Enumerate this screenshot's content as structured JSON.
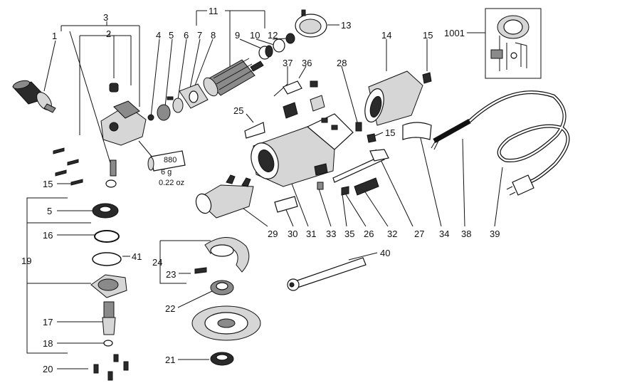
{
  "labels": {
    "p1": "1",
    "p2": "2",
    "p3": "3",
    "p4": "4",
    "p5a": "5",
    "p5b": "5",
    "p6": "6",
    "p7": "7",
    "p8": "8",
    "p9": "9",
    "p10": "10",
    "p11": "11",
    "p12": "12",
    "p13": "13",
    "p14": "14",
    "p15a": "15",
    "p15b": "15",
    "p15c": "15",
    "p16": "16",
    "p17": "17",
    "p18": "18",
    "p19": "19",
    "p20": "20",
    "p21": "21",
    "p22": "22",
    "p23": "23",
    "p24": "24",
    "p25": "25",
    "p26": "26",
    "p27": "27",
    "p28": "28",
    "p29": "29",
    "p30": "30",
    "p31": "31",
    "p32": "32",
    "p33": "33",
    "p34": "34",
    "p35": "35",
    "p36": "36",
    "p37": "37",
    "p38": "38",
    "p39": "39",
    "p40": "40",
    "p41": "41",
    "p1001": "1001"
  },
  "grease_tube": {
    "code": "880",
    "weight_g": "6 g",
    "weight_oz": "0.22 oz"
  }
}
